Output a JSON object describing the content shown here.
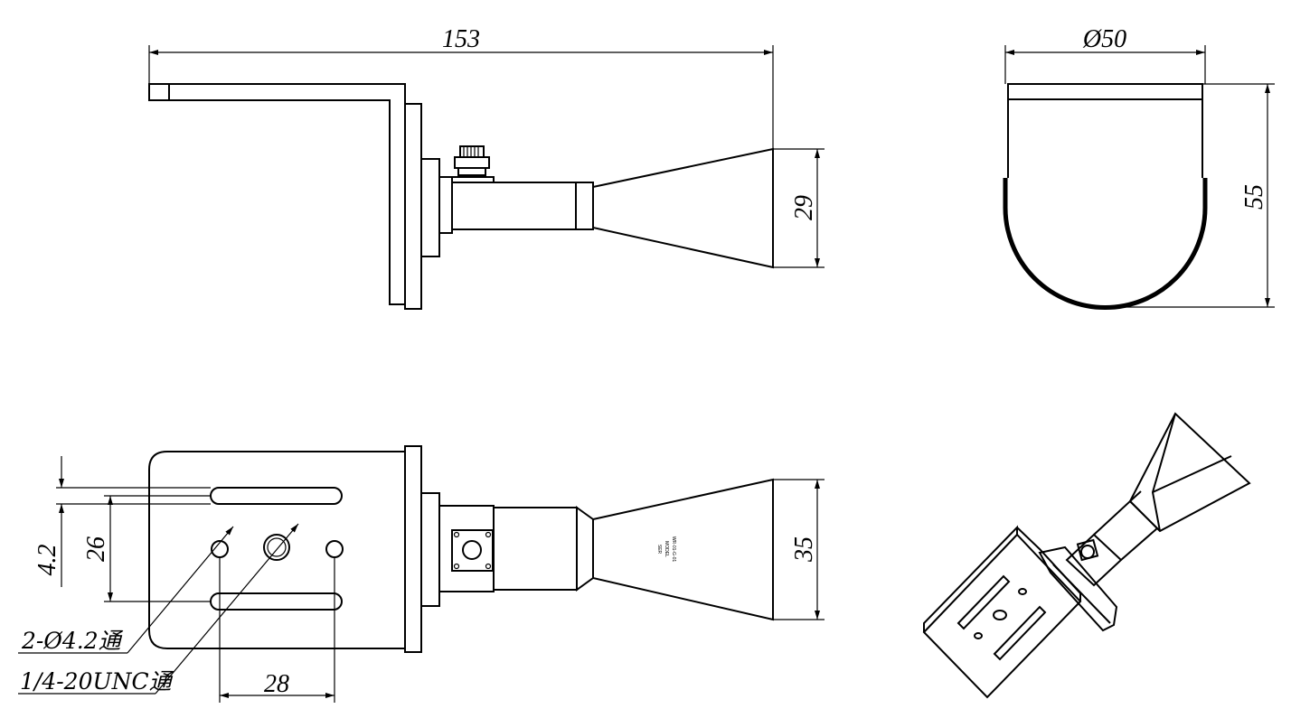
{
  "dimensions": {
    "width_total": "153",
    "diameter": "Ø50",
    "height_side": "29",
    "height_end": "55",
    "height_bottom": "35",
    "slot_offset": "4.2",
    "slot_spacing": "26",
    "hole_spacing": "28"
  },
  "callouts": {
    "holes": "2-Ø4.2通",
    "thread": "1/4-20UNC通"
  },
  "nameplate": [
    "WR-01-G-01",
    "MODEL",
    "SER"
  ]
}
